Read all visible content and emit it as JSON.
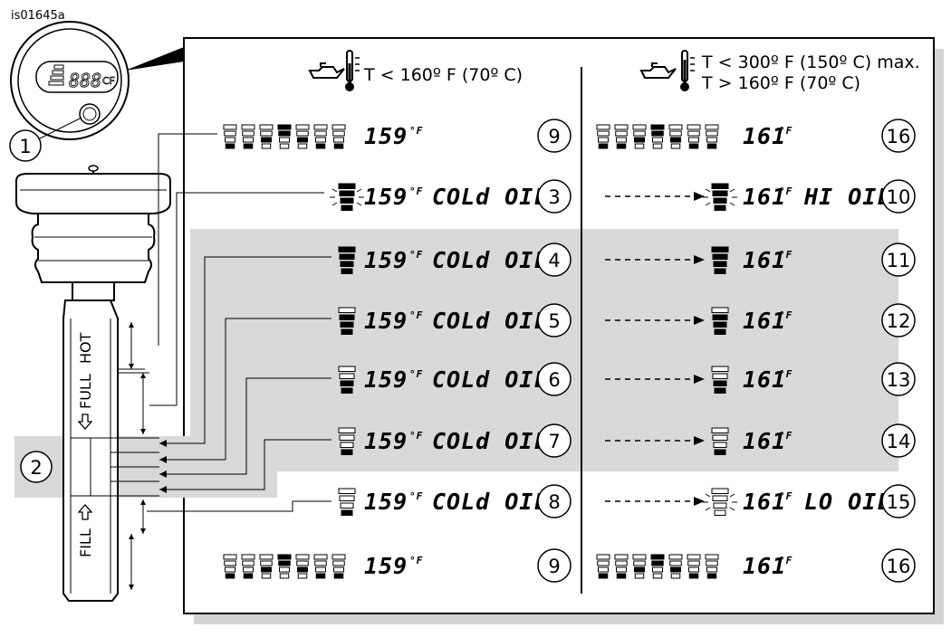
{
  "figure_id": "is01645a",
  "header_left": "T < 160º F (70º C)",
  "header_right_line1": "T < 300º F (150º C) max.",
  "header_right_line2": "T > 160º F (70º C)",
  "gauge_numbers": [
    "1",
    "2"
  ],
  "dipstick_labels": {
    "hot": "HOT",
    "full": "FULL",
    "fill": "FILL"
  },
  "gauge_face": {
    "digits": "888",
    "units": "CF"
  },
  "left_rows": [
    {
      "bars": "cycle",
      "temp": "159",
      "unit": "°F",
      "message": "",
      "step": "9",
      "bar_count": 0
    },
    {
      "bars": "single",
      "temp": "159",
      "unit": "°F",
      "message": "COLd OIL",
      "step": "3",
      "bar_count": 4
    },
    {
      "bars": "single",
      "temp": "159",
      "unit": "°F",
      "message": "COLd OIL",
      "step": "4",
      "bar_count": 4
    },
    {
      "bars": "single",
      "temp": "159",
      "unit": "°F",
      "message": "COLd OIL",
      "step": "5",
      "bar_count": 3
    },
    {
      "bars": "single",
      "temp": "159",
      "unit": "°F",
      "message": "COLd OIL",
      "step": "6",
      "bar_count": 2
    },
    {
      "bars": "single",
      "temp": "159",
      "unit": "°F",
      "message": "COLd OIL",
      "step": "7",
      "bar_count": 1
    },
    {
      "bars": "single",
      "temp": "159",
      "unit": "°F",
      "message": "COLd OIL",
      "step": "8",
      "bar_count": 1
    },
    {
      "bars": "cycle",
      "temp": "159",
      "unit": "°F",
      "message": "",
      "step": "9",
      "bar_count": 0
    }
  ],
  "right_rows": [
    {
      "bars": "cycle",
      "temp": "161",
      "unit": "°F",
      "message": "",
      "step": "16",
      "bar_count": 0
    },
    {
      "bars": "single",
      "temp": "161",
      "unit": "°F",
      "message": "HI OIL",
      "step": "10",
      "bar_count": 4
    },
    {
      "bars": "single",
      "temp": "161",
      "unit": "°F",
      "message": "",
      "step": "11",
      "bar_count": 4
    },
    {
      "bars": "single",
      "temp": "161",
      "unit": "°F",
      "message": "",
      "step": "12",
      "bar_count": 3
    },
    {
      "bars": "single",
      "temp": "161",
      "unit": "°F",
      "message": "",
      "step": "13",
      "bar_count": 2
    },
    {
      "bars": "single",
      "temp": "161",
      "unit": "°F",
      "message": "",
      "step": "14",
      "bar_count": 1
    },
    {
      "bars": "single",
      "temp": "161",
      "unit": "°F",
      "message": "LO OIL",
      "step": "15",
      "bar_count": 0
    },
    {
      "bars": "cycle",
      "temp": "161",
      "unit": "°F",
      "message": "",
      "step": "16",
      "bar_count": 0
    }
  ]
}
